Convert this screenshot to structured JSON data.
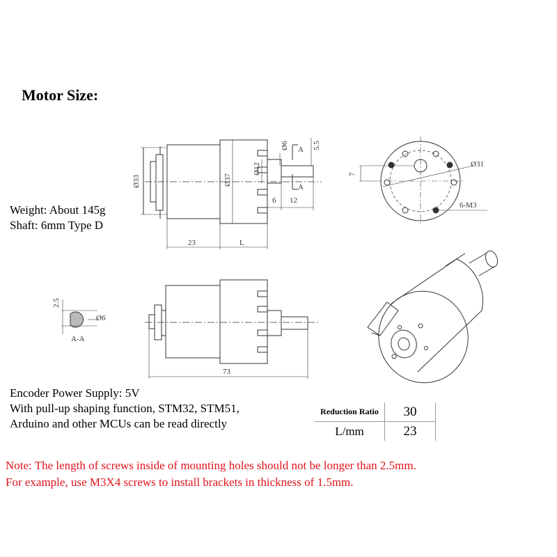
{
  "title": "Motor Size:",
  "specs": {
    "weight": "Weight: About 145g",
    "shaft": "Shaft: 6mm Type D",
    "encoder_power": "Encoder Power Supply: 5V",
    "pullup_line1": "With pull-up shaping function, STM32, STM51,",
    "pullup_line2": "Arduino and other MCUs can be read directly"
  },
  "table": {
    "row1_label": "Reduction Ratio",
    "row1_value": "30",
    "row2_label": "L/mm",
    "row2_value": "23"
  },
  "notes": {
    "line1": "Note: The length of screws inside of mounting holes should not be longer than 2.5mm.",
    "line2": "For example, use M3X4 screws to install brackets in thickness of 1.5mm."
  },
  "dimensions": {
    "d33": "Ø33",
    "d37": "Ø37",
    "d12": "Ø12",
    "d6_top": "Ø6",
    "a_mark_top": "A",
    "a_mark_bottom": "A",
    "dim_5_5": "5.5",
    "dim_6": "6",
    "dim_12": "12",
    "dim_23": "23",
    "dim_L": "L",
    "dim_7": "7",
    "d31": "Ø31",
    "m3": "6-M3",
    "dim_2_5": "2.5",
    "d6_section": "Ø6",
    "section_label": "A-A",
    "dim_73": "73"
  },
  "colors": {
    "note": "#e0141e",
    "line": "#333333"
  }
}
